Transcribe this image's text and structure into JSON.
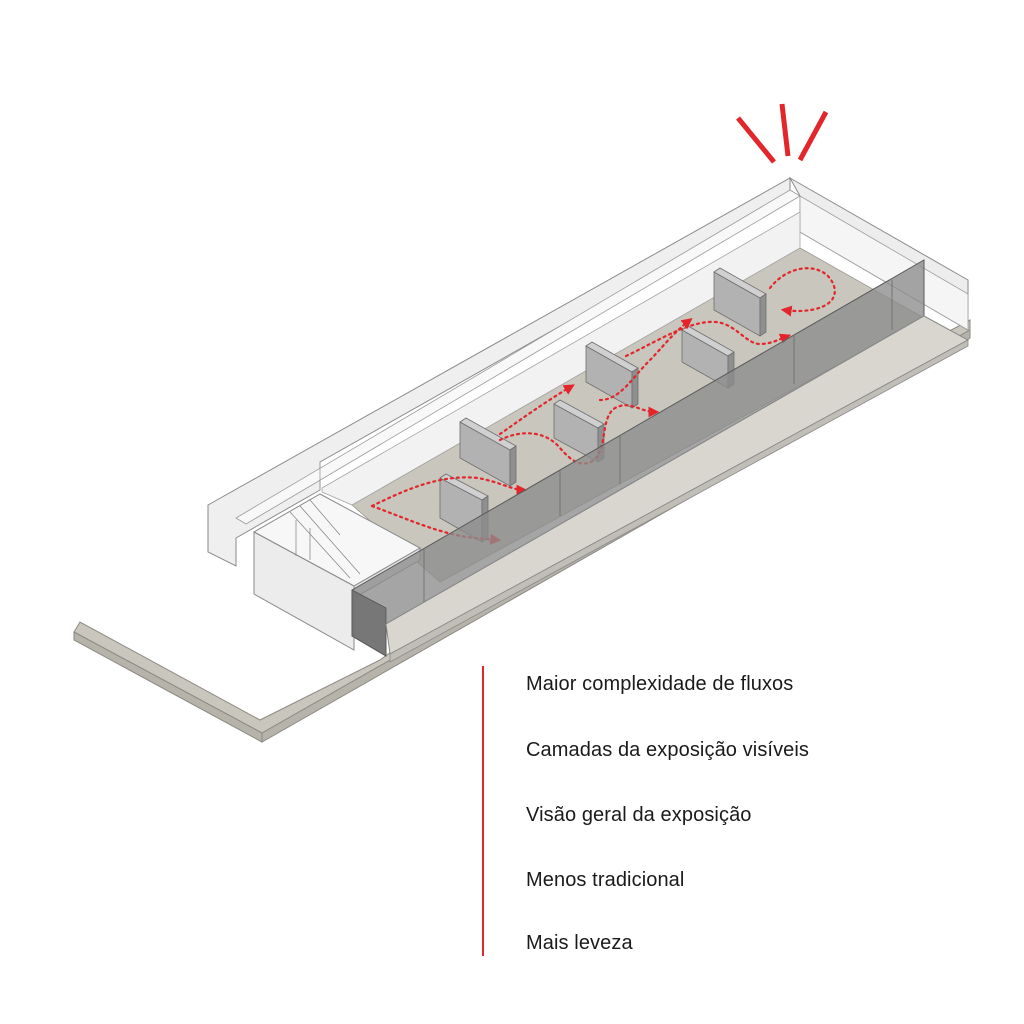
{
  "legend": {
    "items": [
      "Maior complexidade de fluxos",
      "Camadas da exposição visíveis",
      "Visão geral da exposição",
      "Menos tradicional",
      "Mais leveza"
    ]
  },
  "colors": {
    "accent": "#e3262b",
    "panel": "#b2b2b2",
    "floor": "#c9c6bd",
    "wall": "#efefef",
    "glass": "#8c8c8c"
  }
}
